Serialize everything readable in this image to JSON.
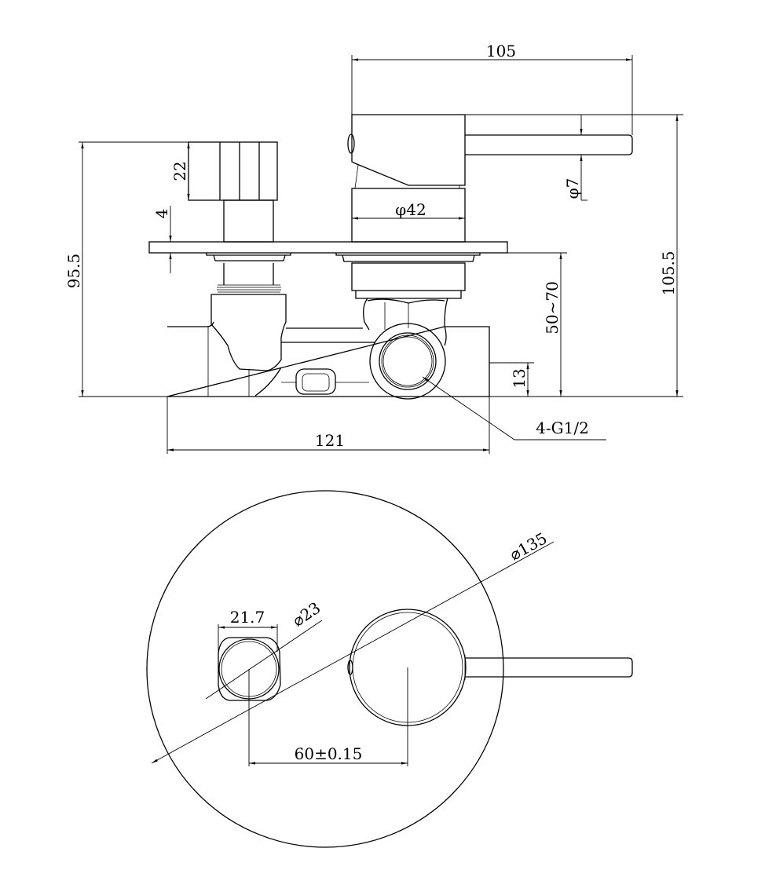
{
  "side_view": {
    "dim_overall_width_top": "105",
    "dim_cap_height": "22",
    "dim_plate_thickness": "4",
    "dim_total_height_left": "95.5",
    "dim_handle_diameter": "φ42",
    "dim_lever_diameter": "φ7",
    "dim_total_height_right": "105.5",
    "dim_depth_range": "50~70",
    "dim_outlet_height": "13",
    "outlet_callout": "4-G1/2",
    "dim_body_width": "121"
  },
  "front_view": {
    "dim_plate_diameter": "⌀135",
    "dim_cap_width": "21.7",
    "dim_cap_diameter": "⌀23",
    "dim_center_distance": "60±0.15"
  }
}
